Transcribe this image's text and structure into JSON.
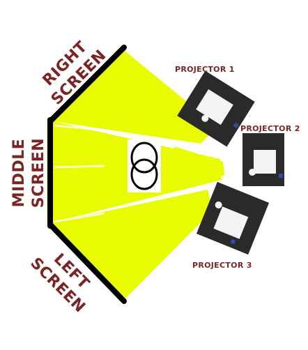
{
  "colors": {
    "beam": "#e8fb00",
    "beam_edge": "#d6e600",
    "screen": "#000000",
    "label": "#7a2424",
    "projector_body": "#2a2a2a",
    "projector_unit": "#f4f4f4",
    "viewer_bg": "#ffffff"
  },
  "screens": {
    "right": {
      "line1": "RIGHT",
      "line2": "SCREEN"
    },
    "middle": {
      "line1": "MIDDLE",
      "line2": "SCREEN"
    },
    "left": {
      "line1": "LEFT",
      "line2": "SCREEN"
    }
  },
  "projectors": [
    {
      "label": "PROJECTOR 1"
    },
    {
      "label": "PROJECTOR 2"
    },
    {
      "label": "PROJECTOR 3"
    }
  ],
  "icons": {
    "viewer": "viewer-goggles-icon",
    "projector": "projector-icon"
  }
}
